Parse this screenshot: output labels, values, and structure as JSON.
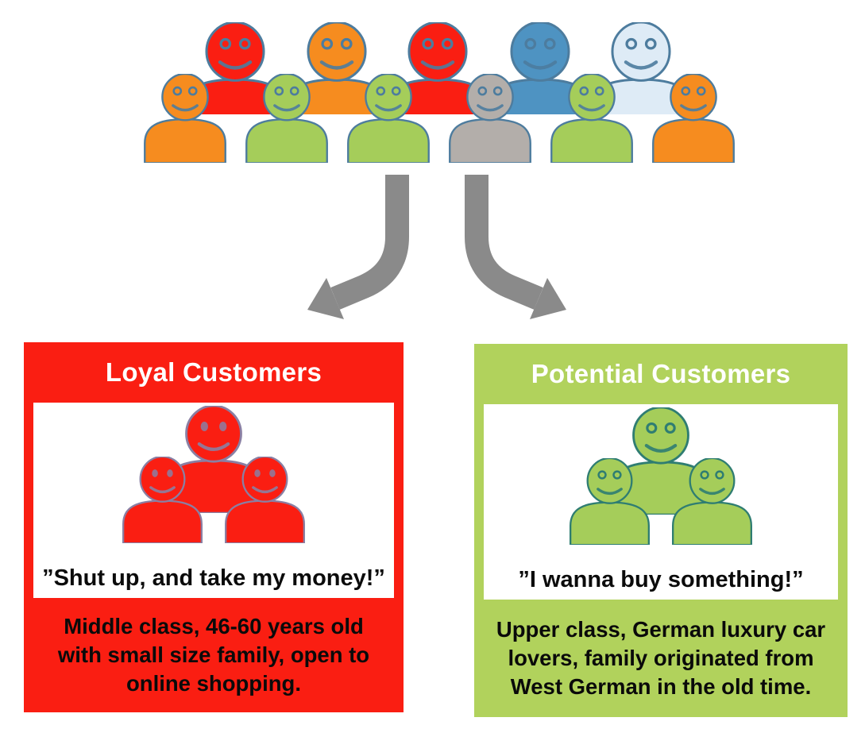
{
  "diagram": {
    "palette": {
      "red": "#FA1E12",
      "orange": "#F68C1F",
      "green": "#A5CD5A",
      "blue": "#4E93C2",
      "light_blue": "#DEEBF6",
      "gray": "#B3AEAA",
      "crowd_outline": "#4D7C9E",
      "arrow_gray": "#8A8A8A"
    },
    "crowd": {
      "back_row_colors": [
        "red",
        "orange",
        "red",
        "blue",
        "light_blue"
      ],
      "front_row_colors": [
        "orange",
        "green",
        "green",
        "gray",
        "green",
        "orange"
      ]
    },
    "boxes": {
      "loyal": {
        "title": "Loyal Customers",
        "title_color": "#FFFFFF",
        "background": "#FA1E12",
        "person_fill": "#FA1E12",
        "person_outline": "#8A7FA3",
        "quote": "”Shut up, and take my money!”",
        "description": [
          "Middle class, 46-60 years old",
          "with small size family, open to",
          "online shopping."
        ]
      },
      "potential": {
        "title": "Potential Customers",
        "title_color": "#FFFFFF",
        "background": "#B1D25C",
        "person_fill": "#A5CD5A",
        "person_outline": "#2F7D72",
        "quote": "”I wanna buy something!”",
        "description": [
          "Upper class, German luxury car",
          "lovers, family originated from",
          "West German in the old time."
        ]
      }
    }
  }
}
